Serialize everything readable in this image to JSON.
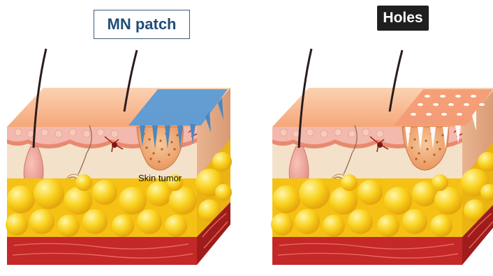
{
  "labels": {
    "mn_patch": "MN patch",
    "holes": "Holes",
    "skin_tumor": "Skin tumor"
  },
  "colors": {
    "patch_blue": "#5b9bd5",
    "epidermis": "#f6b38a",
    "dermis_pink": "#f3c6bf",
    "fat_yellow": "#f7c81e",
    "muscle_red": "#c42828",
    "hair": "#2b1d1d",
    "label_text": "#1f4e79"
  }
}
